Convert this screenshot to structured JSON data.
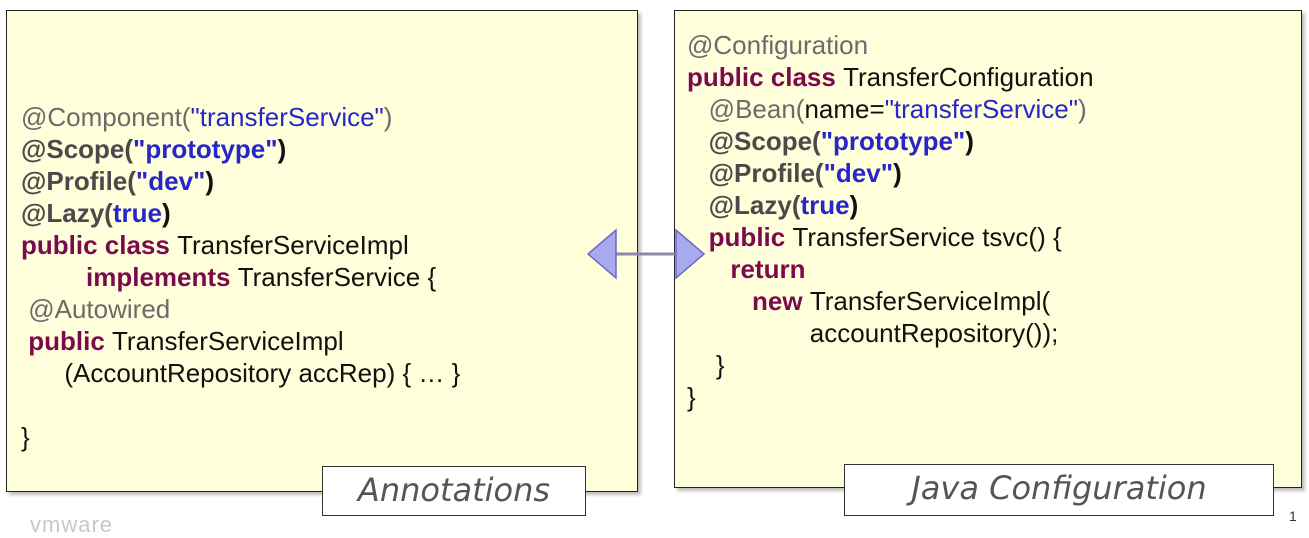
{
  "left_panel": {
    "lines": [
      [],
      [],
      [],
      [
        {
          "t": "@Component(",
          "c": "ann"
        },
        {
          "t": "\"transferService\"",
          "c": "str"
        },
        {
          "t": ")",
          "c": "ann"
        }
      ],
      [
        {
          "t": "@Scope(",
          "c": "ann-b"
        },
        {
          "t": "\"prototype\"",
          "c": "str-b"
        },
        {
          "t": ")",
          "c": "plain-b"
        }
      ],
      [
        {
          "t": "@Profile(",
          "c": "ann-b"
        },
        {
          "t": "\"dev\"",
          "c": "str-b"
        },
        {
          "t": ")",
          "c": "plain-b"
        }
      ],
      [
        {
          "t": "@Lazy(",
          "c": "ann-b"
        },
        {
          "t": "true",
          "c": "str-b"
        },
        {
          "t": ")",
          "c": "plain-b"
        }
      ],
      [
        {
          "t": "public class ",
          "c": "kw"
        },
        {
          "t": "TransferServiceImpl",
          "c": "plain"
        }
      ],
      [
        {
          "t": "         ",
          "c": "plain"
        },
        {
          "t": "implements ",
          "c": "kw"
        },
        {
          "t": "TransferService {",
          "c": "plain"
        }
      ],
      [
        {
          "t": " @Autowired",
          "c": "ann"
        }
      ],
      [
        {
          "t": " ",
          "c": "plain"
        },
        {
          "t": "public ",
          "c": "kw"
        },
        {
          "t": "TransferServiceImpl",
          "c": "plain"
        }
      ],
      [
        {
          "t": "      (AccountRepository accRep) { … }",
          "c": "plain"
        }
      ],
      [],
      [
        {
          "t": "}",
          "c": "plain"
        }
      ]
    ]
  },
  "right_panel": {
    "lines": [
      [
        {
          "t": "@Configuration",
          "c": "ann"
        }
      ],
      [
        {
          "t": "public class ",
          "c": "kw"
        },
        {
          "t": "TransferConfiguration",
          "c": "plain"
        }
      ],
      [
        {
          "t": "   @Bean(",
          "c": "ann"
        },
        {
          "t": "name=",
          "c": "plain"
        },
        {
          "t": "\"transferService\"",
          "c": "str"
        },
        {
          "t": ")",
          "c": "ann"
        }
      ],
      [
        {
          "t": "   ",
          "c": "plain"
        },
        {
          "t": "@Scope(",
          "c": "ann-b"
        },
        {
          "t": "\"prototype\"",
          "c": "str-b"
        },
        {
          "t": ")",
          "c": "plain-b"
        }
      ],
      [
        {
          "t": "   ",
          "c": "plain"
        },
        {
          "t": "@Profile(",
          "c": "ann-b"
        },
        {
          "t": "\"dev\"",
          "c": "str-b"
        },
        {
          "t": ")",
          "c": "plain-b"
        }
      ],
      [
        {
          "t": "   ",
          "c": "plain"
        },
        {
          "t": "@Lazy(",
          "c": "ann-b"
        },
        {
          "t": "true",
          "c": "str-b"
        },
        {
          "t": ")",
          "c": "plain-b"
        }
      ],
      [
        {
          "t": "   ",
          "c": "plain"
        },
        {
          "t": "public ",
          "c": "kw"
        },
        {
          "t": "TransferService tsvc() {",
          "c": "plain"
        }
      ],
      [
        {
          "t": "      ",
          "c": "plain"
        },
        {
          "t": "return",
          "c": "kw"
        }
      ],
      [
        {
          "t": "         ",
          "c": "plain"
        },
        {
          "t": "new ",
          "c": "kw"
        },
        {
          "t": "TransferServiceImpl(",
          "c": "plain"
        }
      ],
      [
        {
          "t": "                 accountRepository());",
          "c": "plain"
        }
      ],
      [
        {
          "t": "    }",
          "c": "plain"
        }
      ],
      [
        {
          "t": "}",
          "c": "plain"
        }
      ]
    ]
  },
  "labels": {
    "left": "Annotations",
    "right": "Java Configuration"
  },
  "footer": {
    "brand": "vmware",
    "page_number": "1"
  },
  "colors": {
    "panel_bg": "#ffffdc",
    "keyword": "#7b0a4c",
    "string": "#2727c9",
    "annotation": "#6b6b6b",
    "arrow": "#9b9be8"
  }
}
